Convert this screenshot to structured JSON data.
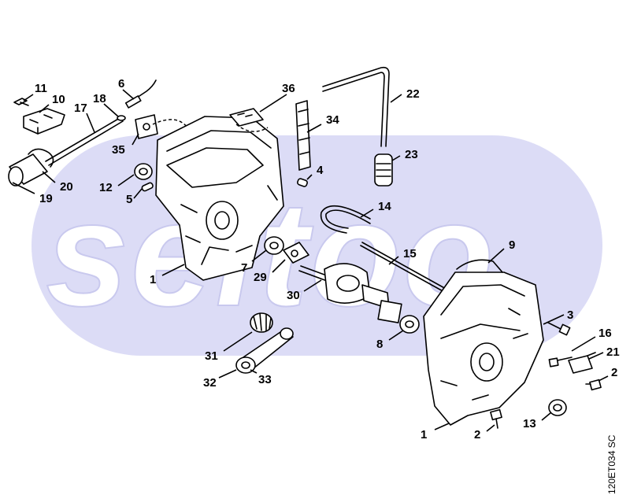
{
  "watermark": {
    "text": "seltoo",
    "band_color": "#dcdcf6"
  },
  "figure_code": "120ET034 SC",
  "callouts": [
    {
      "id": "c11",
      "text": "11"
    },
    {
      "id": "c10",
      "text": "10"
    },
    {
      "id": "c6",
      "text": "6"
    },
    {
      "id": "c18",
      "text": "18"
    },
    {
      "id": "c17",
      "text": "17"
    },
    {
      "id": "c36",
      "text": "36"
    },
    {
      "id": "c22",
      "text": "22"
    },
    {
      "id": "c34",
      "text": "34"
    },
    {
      "id": "c35",
      "text": "35"
    },
    {
      "id": "c23",
      "text": "23"
    },
    {
      "id": "c4",
      "text": "4"
    },
    {
      "id": "c12",
      "text": "12"
    },
    {
      "id": "c20",
      "text": "20"
    },
    {
      "id": "c5",
      "text": "5"
    },
    {
      "id": "c19",
      "text": "19"
    },
    {
      "id": "c14",
      "text": "14"
    },
    {
      "id": "c9",
      "text": "9"
    },
    {
      "id": "c15",
      "text": "15"
    },
    {
      "id": "c7",
      "text": "7"
    },
    {
      "id": "c1a",
      "text": "1"
    },
    {
      "id": "c29",
      "text": "29"
    },
    {
      "id": "c30",
      "text": "30"
    },
    {
      "id": "c3",
      "text": "3"
    },
    {
      "id": "c8",
      "text": "8"
    },
    {
      "id": "c16",
      "text": "16"
    },
    {
      "id": "c31",
      "text": "31"
    },
    {
      "id": "c21",
      "text": "21"
    },
    {
      "id": "c2a",
      "text": "2"
    },
    {
      "id": "c32",
      "text": "32"
    },
    {
      "id": "c33",
      "text": "33"
    },
    {
      "id": "c13",
      "text": "13"
    },
    {
      "id": "c1b",
      "text": "1"
    },
    {
      "id": "c2b",
      "text": "2"
    }
  ]
}
